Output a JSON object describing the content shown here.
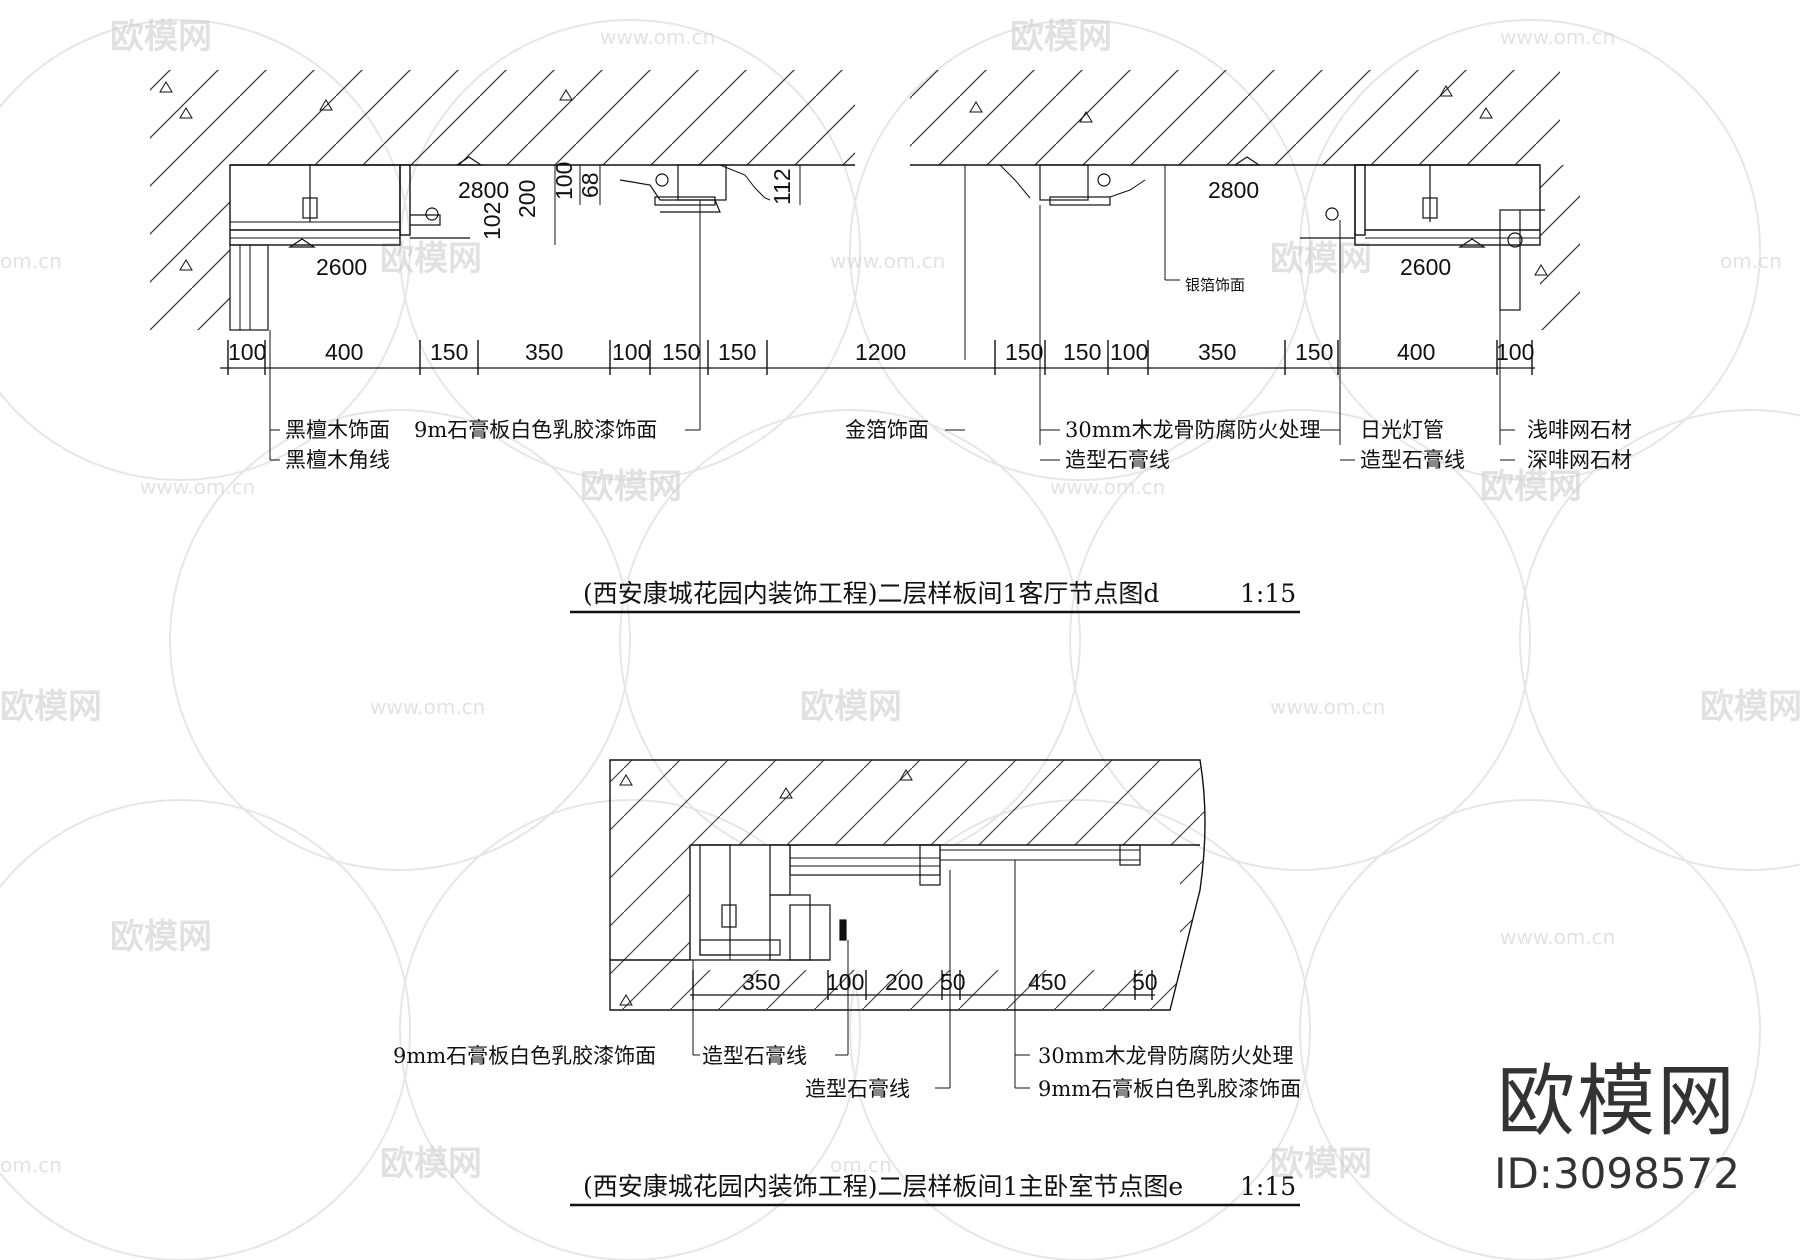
{
  "watermark": {
    "site": "www.om.cn",
    "brand": "欧模网",
    "short": "om.cn"
  },
  "brand": {
    "name": "欧模网",
    "id": "ID:3098572"
  },
  "drawing_d": {
    "title": "(西安康城花园内装饰工程)二层样板间1客厅节点图d",
    "scale": "1:15",
    "top_dims": [
      "2800",
      "200",
      "100",
      "68",
      "102",
      "112",
      "2800",
      "2600",
      "2600"
    ],
    "dims": [
      "100",
      "400",
      "150",
      "350",
      "100",
      "150",
      "150",
      "1200",
      "150",
      "150",
      "100",
      "350",
      "150",
      "400",
      "100"
    ],
    "leaf_label": "银箔饰面",
    "labels": {
      "ebony_face": "黑檀木饰面",
      "gypsum_9m": "9m石膏板白色乳胶漆饰面",
      "ebony_trim": "黑檀木角线",
      "gold_leaf": "金箔饰面",
      "keel_30": "30mm木龙骨防腐防火处理",
      "plaster_line": "造型石膏线",
      "tube": "日光灯管",
      "plaster_line2": "造型石膏线",
      "light_coffee": "浅啡网石材",
      "dark_coffee": "深啡网石材"
    }
  },
  "drawing_e": {
    "title": "(西安康城花园内装饰工程)二层样板间1主卧室节点图e",
    "scale": "1:15",
    "dims": [
      "350",
      "100",
      "200",
      "50",
      "450",
      "50"
    ],
    "labels": {
      "gypsum_9mm": "9mm石膏板白色乳胶漆饰面",
      "plaster_line_a": "造型石膏线",
      "plaster_line_b": "造型石膏线",
      "keel_30": "30mm木龙骨防腐防火处理",
      "gypsum_9mm_b": "9mm石膏板白色乳胶漆饰面"
    }
  }
}
